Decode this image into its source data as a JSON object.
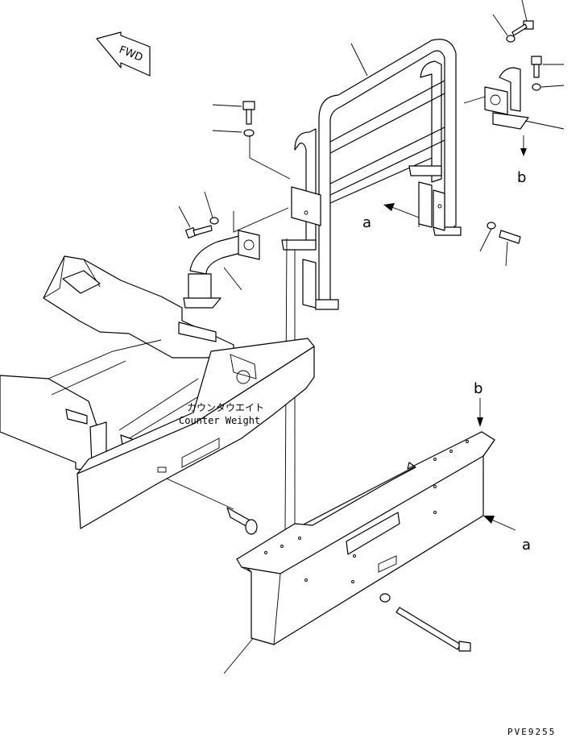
{
  "diagram": {
    "direction_marker": "FWD",
    "component_label_jp": "カウンタウエイト",
    "component_label_en": "Counter Weight",
    "view_label_a": "a",
    "view_label_b": "b",
    "drawing_code": "PVE9255"
  }
}
